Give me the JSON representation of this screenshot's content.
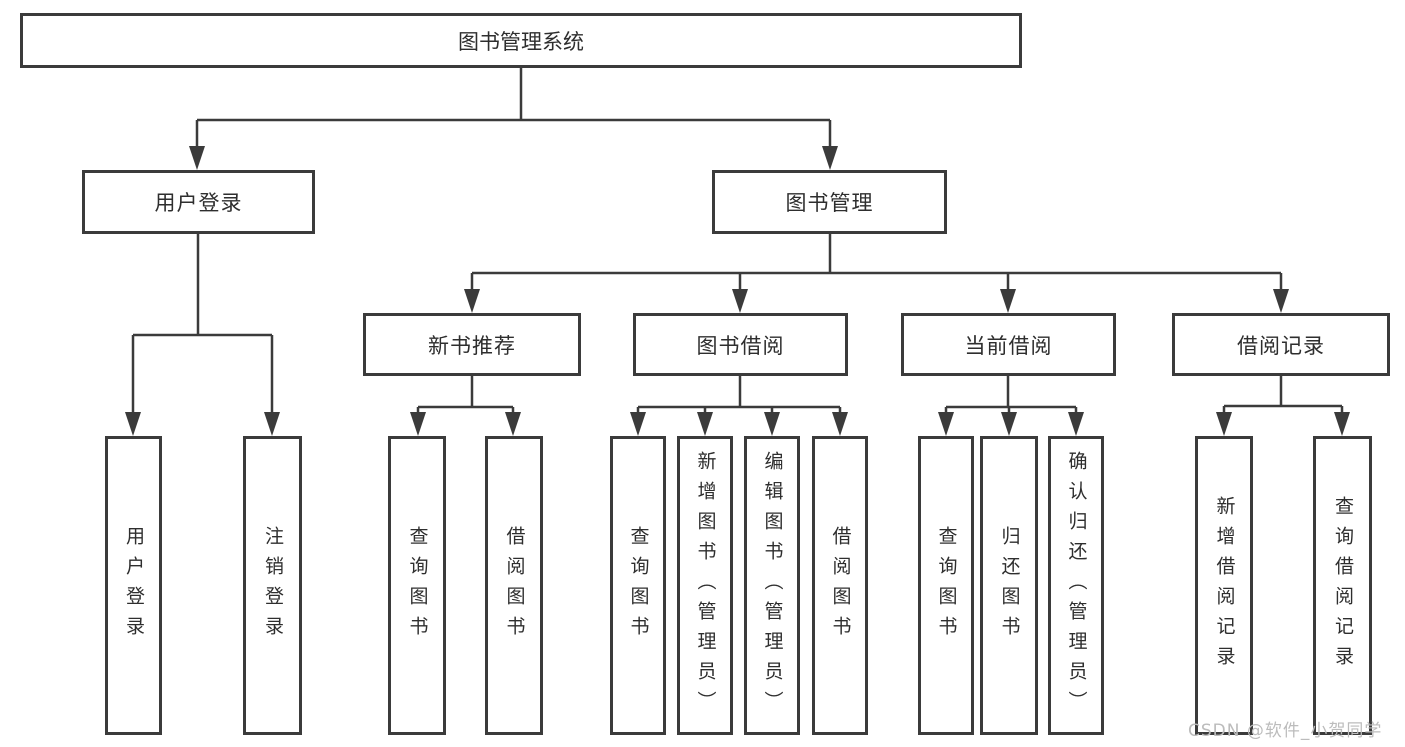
{
  "diagram_title": "图书管理系统",
  "colors": {
    "line": "#3b3b3b",
    "box_border": "#3b3b3b",
    "text": "#2e2e2e",
    "background": "#ffffff",
    "watermark": "#bcbcbc"
  },
  "tree": {
    "root": {
      "label": "图书管理系统"
    },
    "branches": [
      {
        "label": "用户登录",
        "children": [
          "用户登录",
          "注销登录"
        ]
      },
      {
        "label": "图书管理",
        "sections": [
          {
            "label": "新书推荐",
            "children": [
              "查询图书",
              "借阅图书"
            ]
          },
          {
            "label": "图书借阅",
            "children": [
              "查询图书",
              "新增图书（管理员）",
              "编辑图书（管理员）",
              "借阅图书"
            ]
          },
          {
            "label": "当前借阅",
            "children": [
              "查询图书",
              "归还图书",
              "确认归还（管理员）"
            ]
          },
          {
            "label": "借阅记录",
            "children": [
              "新增借阅记录",
              "查询借阅记录"
            ]
          }
        ]
      }
    ]
  },
  "watermark": {
    "text": "CSDN @软件_小贺同学"
  }
}
